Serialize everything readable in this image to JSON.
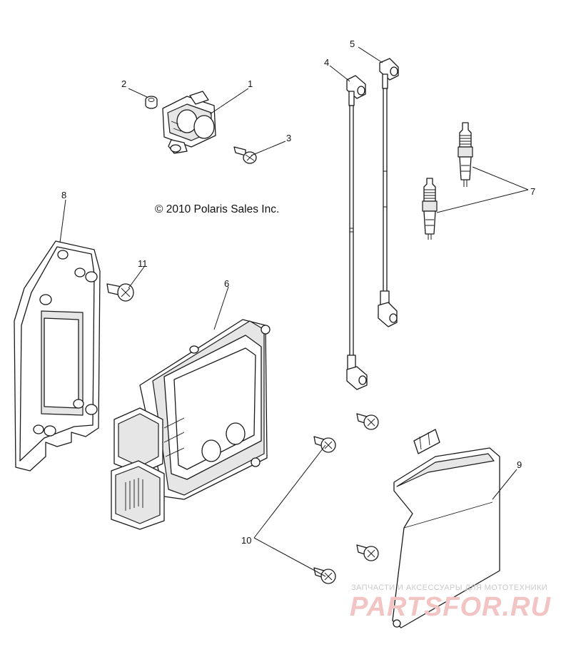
{
  "diagram": {
    "copyright": "© 2010 Polaris Sales Inc.",
    "callouts": [
      "1",
      "2",
      "3",
      "4",
      "5",
      "6",
      "7",
      "8",
      "9",
      "10",
      "11"
    ],
    "parts": [
      {
        "id": "1",
        "name": "ignition-coil"
      },
      {
        "id": "2",
        "name": "grommet"
      },
      {
        "id": "3",
        "name": "screw"
      },
      {
        "id": "4",
        "name": "spark-plug-wire"
      },
      {
        "id": "5",
        "name": "spark-plug-wire"
      },
      {
        "id": "6",
        "name": "ecu-module"
      },
      {
        "id": "7",
        "name": "spark-plug"
      },
      {
        "id": "8",
        "name": "mounting-bracket"
      },
      {
        "id": "9",
        "name": "cover"
      },
      {
        "id": "10",
        "name": "screw"
      },
      {
        "id": "11",
        "name": "screw"
      }
    ]
  },
  "watermark": {
    "caption": "ЗАПЧАСТИ И АКСЕССУАРЫ ДЛЯ МОТОТЕХНИКИ",
    "brand": "PARTSFOR.RU",
    "color": "#f2c4c4"
  }
}
